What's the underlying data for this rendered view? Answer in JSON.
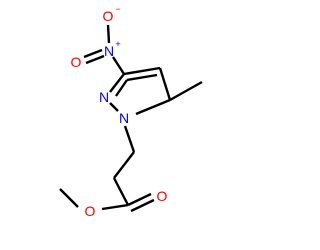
{
  "molecule": {
    "atoms": {
      "nitro_n": "N",
      "nitro_n_charge": "+",
      "nitro_o_top": "O",
      "nitro_o_top_charge": "−",
      "nitro_o_left": "O",
      "ring_n2": "N",
      "ring_n1": "N",
      "ester_o_carbonyl": "O",
      "ester_o_methoxy": "O"
    },
    "colors": {
      "oxygen": "#ff0000",
      "nitrogen": "#0000ff",
      "bond": "#000000"
    }
  }
}
